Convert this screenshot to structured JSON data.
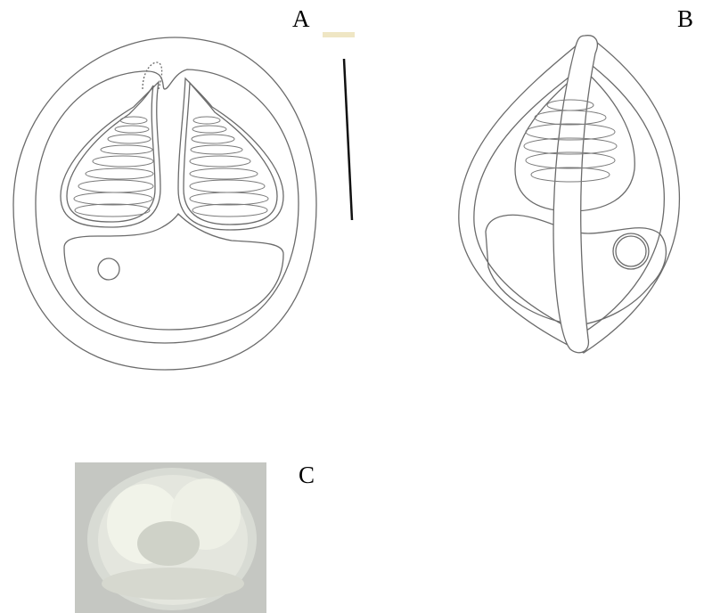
{
  "figure": {
    "panels": [
      {
        "id": "A",
        "label": "A"
      },
      {
        "id": "B",
        "label": "B"
      },
      {
        "id": "C",
        "label": "C"
      }
    ],
    "colors": {
      "line": "#6b6b6b",
      "background": "#ffffff",
      "photo_base": "#c5c7c2"
    }
  }
}
